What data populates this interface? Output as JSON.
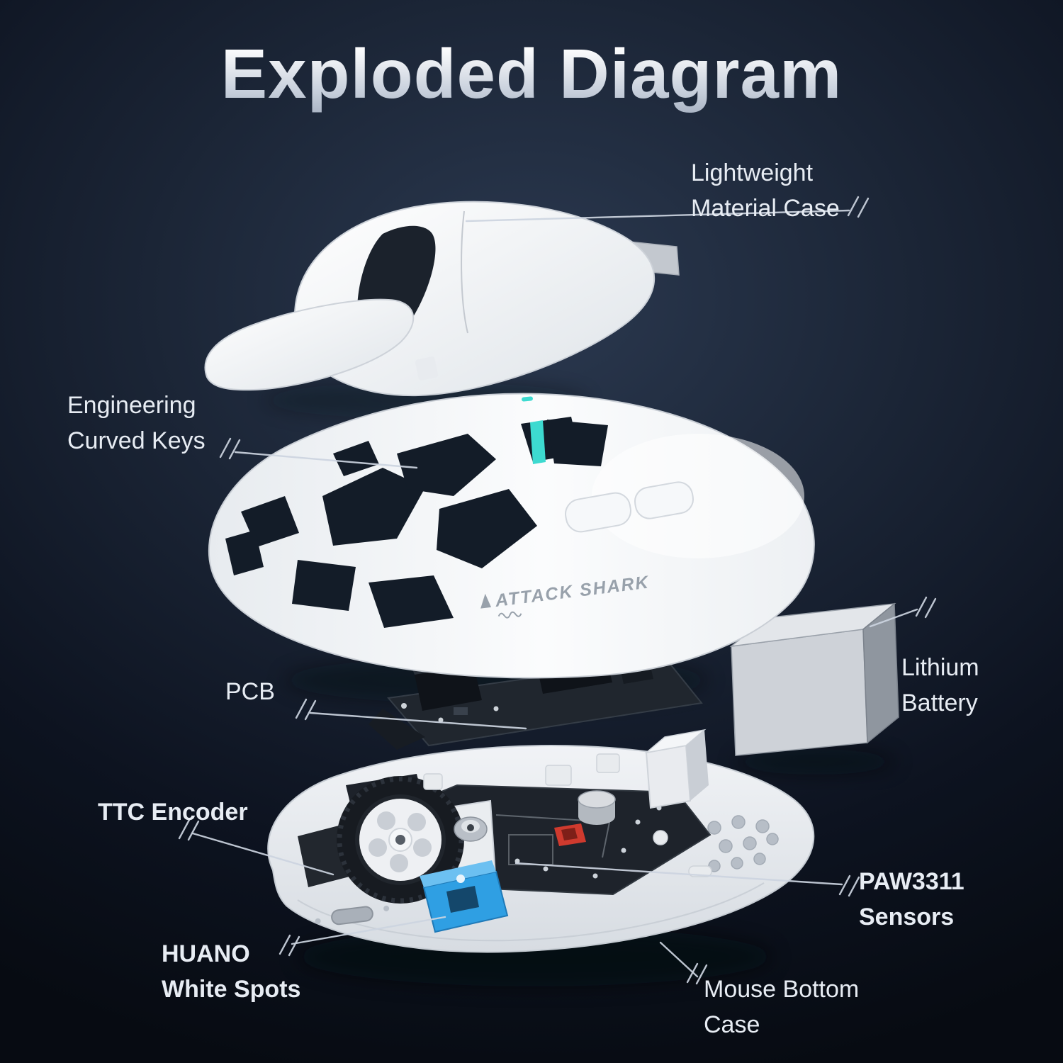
{
  "title": "Exploded Diagram",
  "labels": {
    "lightweight": {
      "line1": "Lightweight",
      "line2": "Material Case"
    },
    "engineering": {
      "line1": "Engineering",
      "line2": "Curved Keys"
    },
    "pcb": {
      "line1": "PCB"
    },
    "battery": {
      "line1": "Lithium",
      "line2": "Battery"
    },
    "ttc": {
      "line1": "TTC Encoder"
    },
    "paw": {
      "line1": "PAW3311",
      "line2": "Sensors"
    },
    "huano": {
      "line1": "HUANO",
      "line2": "White Spots"
    },
    "bottom": {
      "line1": "Mouse Bottom",
      "line2": "Case"
    }
  },
  "logo": {
    "brand": "ATTACK SHARK"
  },
  "colors": {
    "background_center": "#2b3950",
    "background_edge": "#070b12",
    "title_gradient_top": "#ffffff",
    "title_gradient_bottom": "#aab4c4",
    "label_text": "#e7ecf3",
    "leader_line": "#ccd4df",
    "accent_teal": "#3ddad0",
    "switch_blue": "#2f9fe3",
    "battery_silver": "#ced2d8",
    "shell_white": "#f5f7f9",
    "pcb_black": "#1f242c",
    "component_red": "#cf3a2e"
  }
}
